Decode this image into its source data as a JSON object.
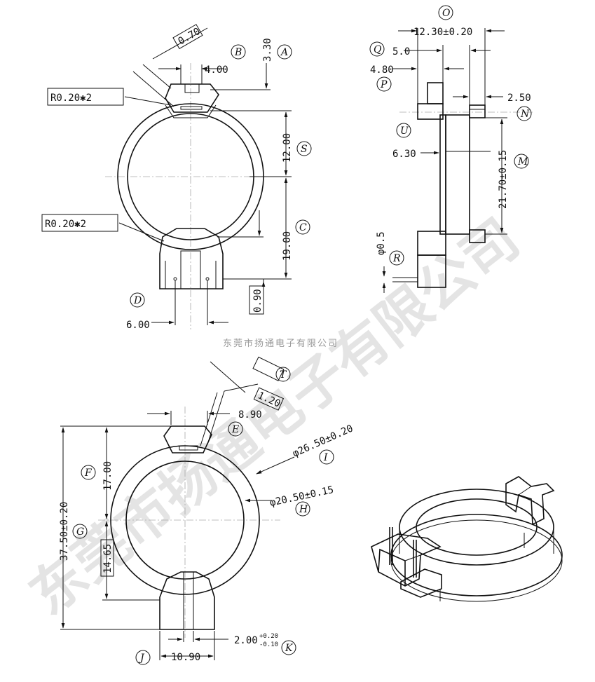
{
  "watermark": {
    "small_text": "东莞市扬通电子有限公司",
    "big_text": "东莞市扬通电子有限公司"
  },
  "labels": {
    "A": "A",
    "B": "B",
    "C": "C",
    "D": "D",
    "E": "E",
    "F": "F",
    "G": "G",
    "H": "H",
    "I": "I",
    "J": "J",
    "K": "K",
    "M": "M",
    "N": "N",
    "O": "O",
    "P": "P",
    "Q": "Q",
    "R": "R",
    "S": "S",
    "T": "T",
    "U": "U"
  },
  "dims": {
    "d_0_70": "0.70",
    "d_4_00": "4.00",
    "d_3_30": "3.30",
    "r_top": "R0.20✱2",
    "r_bottom": "R0.20✱2",
    "d_12_00": "12.00",
    "d_19_00": "19.00",
    "d_0_90": "0.90",
    "d_6_00": "6.00",
    "d_12_30": "12.30±0.20",
    "d_5_0": "5.0",
    "d_4_80": "4.80",
    "d_2_50": "2.50",
    "d_6_30": "6.30",
    "d_21_70": "21.70±0.15",
    "d_phi_0_5": "φ0.5",
    "d_1_20": "1.20",
    "d_8_90": "8.90",
    "d_37_50": "37.50±0.20",
    "d_17_00": "17.00",
    "d_14_65": "14.65",
    "d_phi_26_50": "φ26.50±0.20",
    "d_phi_20_50": "φ20.50±0.15",
    "d_2_00": "2.00",
    "d_2_00_tol_plus": "+0.20",
    "d_2_00_tol_minus": "-0.10",
    "d_10_90": "10.90"
  }
}
